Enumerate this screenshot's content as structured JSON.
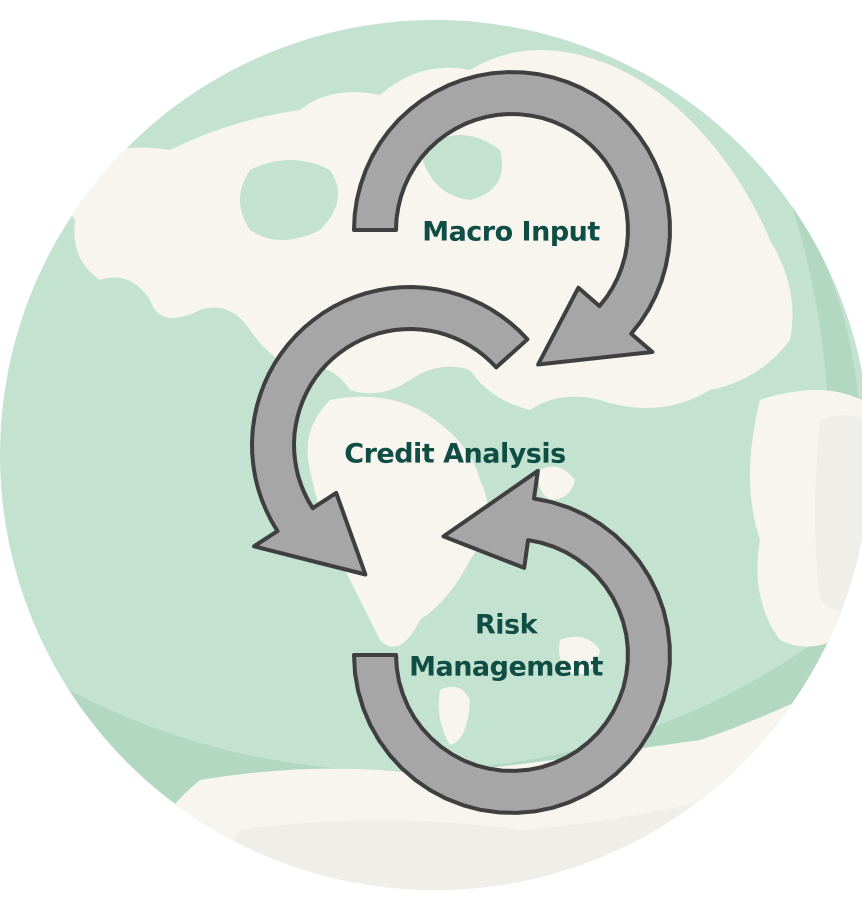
{
  "colors": {
    "ocean": "#c3e2d0",
    "ocean_shade": "#b2d8c1",
    "land": "#f7f5ee",
    "land_shade": "#efeee9",
    "arrow_fill": "#a6a6a6",
    "arrow_stroke": "#3f3f3f",
    "label_text": "#0f4d45"
  },
  "steps": [
    {
      "label": "Macro Input",
      "icon": "clockwise-curved-arrow-icon"
    },
    {
      "label": "Credit Analysis",
      "icon": "counterclockwise-curved-arrow-icon"
    },
    {
      "label": "Risk",
      "label_line2": "Management",
      "icon": "clockwise-circular-arrow-icon"
    }
  ]
}
